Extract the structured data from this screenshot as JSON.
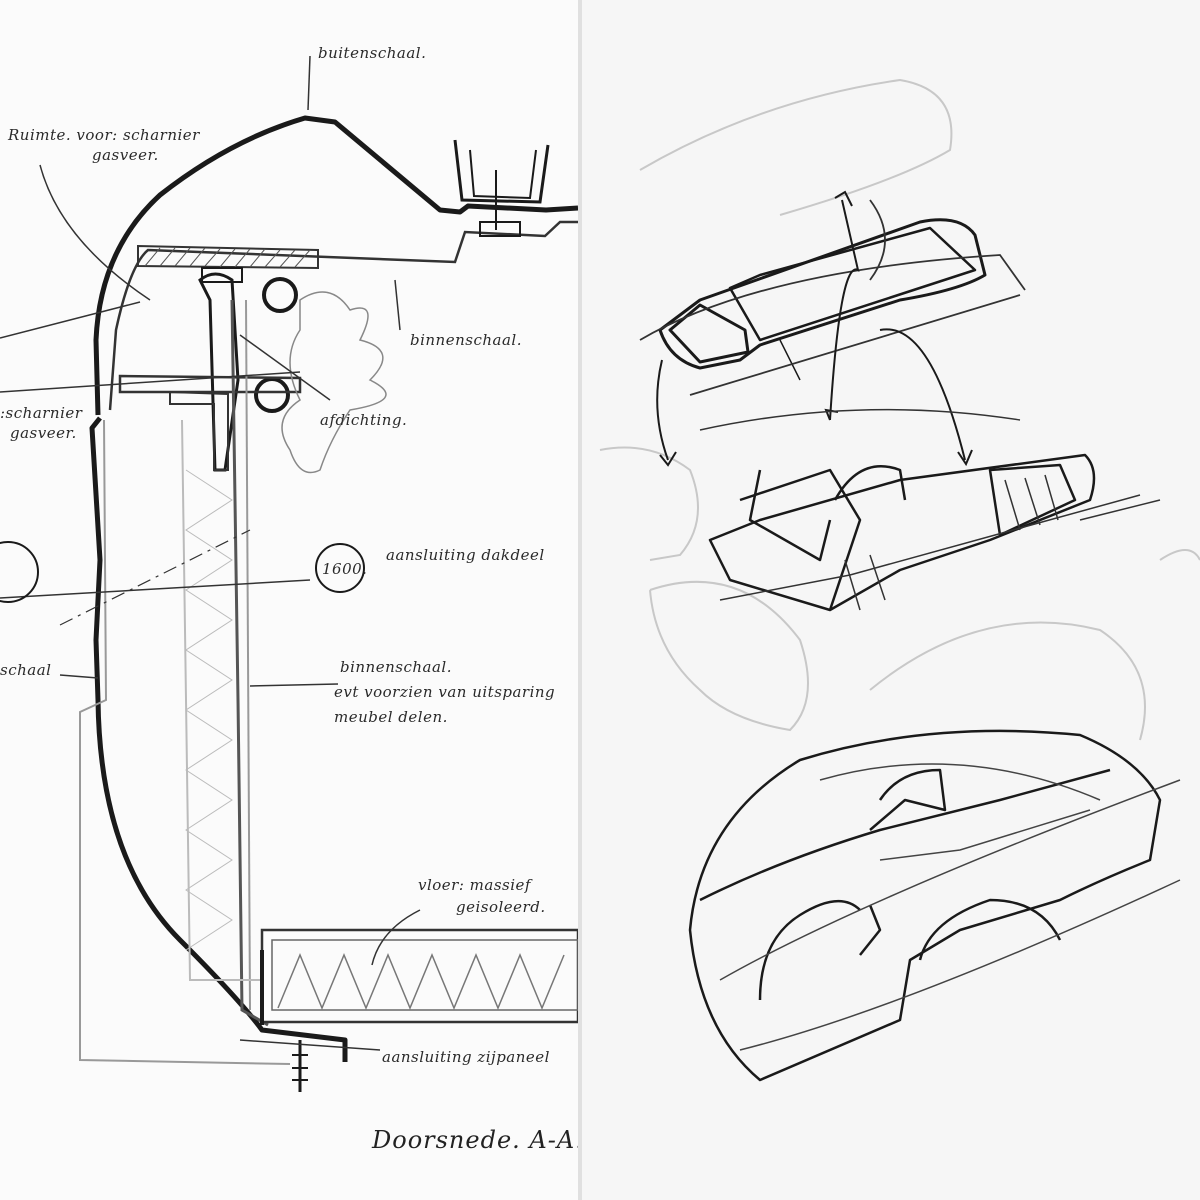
{
  "left_panel": {
    "labels": {
      "buitenschaal_top": "buitenschaal.",
      "ruimte_line1": "Ruimte. voor: scharnier",
      "ruimte_line2": "gasveer.",
      "binnenschaal_top": "binnenschaal.",
      "left_line1": ":scharnier",
      "left_line2": "gasveer.",
      "afdichting": "afdichting.",
      "dimension": "1600.",
      "aansluiting_dakdeel": "aansluiting dakdeel",
      "schaal_left": "schaal",
      "binnenschaal_mid": "binnenschaal.",
      "uitsparing_line1": "evt voorzien van uitsparing",
      "uitsparing_line2": "meubel delen.",
      "vloer_line1": "vloer: massief",
      "vloer_line2": "geisoleerd.",
      "aansluiting_zijpaneel": "aansluiting zijpaneel",
      "section_title": "Doorsnede. A-A."
    }
  },
  "colors": {
    "ink_dark": "#1a1a1a",
    "ink_grey": "#8a8a8a",
    "hatch": "#555555",
    "divider": "#d9d9d9"
  }
}
